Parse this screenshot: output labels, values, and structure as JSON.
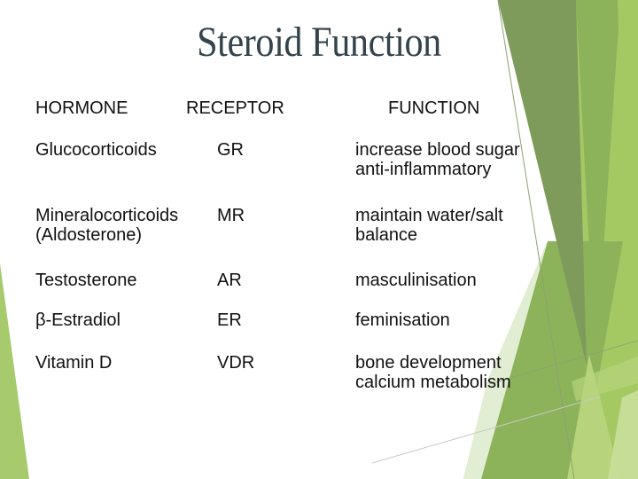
{
  "slide": {
    "title": "Steroid Function",
    "table": {
      "headers": [
        "HORMONE",
        "RECEPTOR",
        "FUNCTION"
      ],
      "rows": [
        {
          "hormone": "Glucocorticoids",
          "receptor": "GR",
          "function": "increase blood sugar\nanti-inflammatory"
        },
        {
          "hormone": "Mineralocorticoids\n(Aldosterone)",
          "receptor": "MR",
          "function": "maintain water/salt\nbalance"
        },
        {
          "hormone": "Testosterone",
          "receptor": "AR",
          "function": "masculinisation"
        },
        {
          "hormone": "β-Estradiol",
          "receptor": "ER",
          "function": "feminisation"
        },
        {
          "hormone": "Vitamin D",
          "receptor": "VDR",
          "function": "bone development\ncalcium metabolism"
        }
      ]
    },
    "theme": {
      "background": "#ffffff",
      "title_color": "#35434c",
      "body_color": "#111111",
      "green_light": "#a4c862",
      "green_medium": "#8cb25a",
      "green_dark": "#7e9b5c",
      "green_pale": "#e2eed3",
      "green_wedge_light": "#b7d47c",
      "green_sliver": "#c9df9b",
      "green_corner": "#a6ca6c",
      "hairline_green": "#8ea173",
      "hairline_gray": "#c9c9c9"
    }
  }
}
